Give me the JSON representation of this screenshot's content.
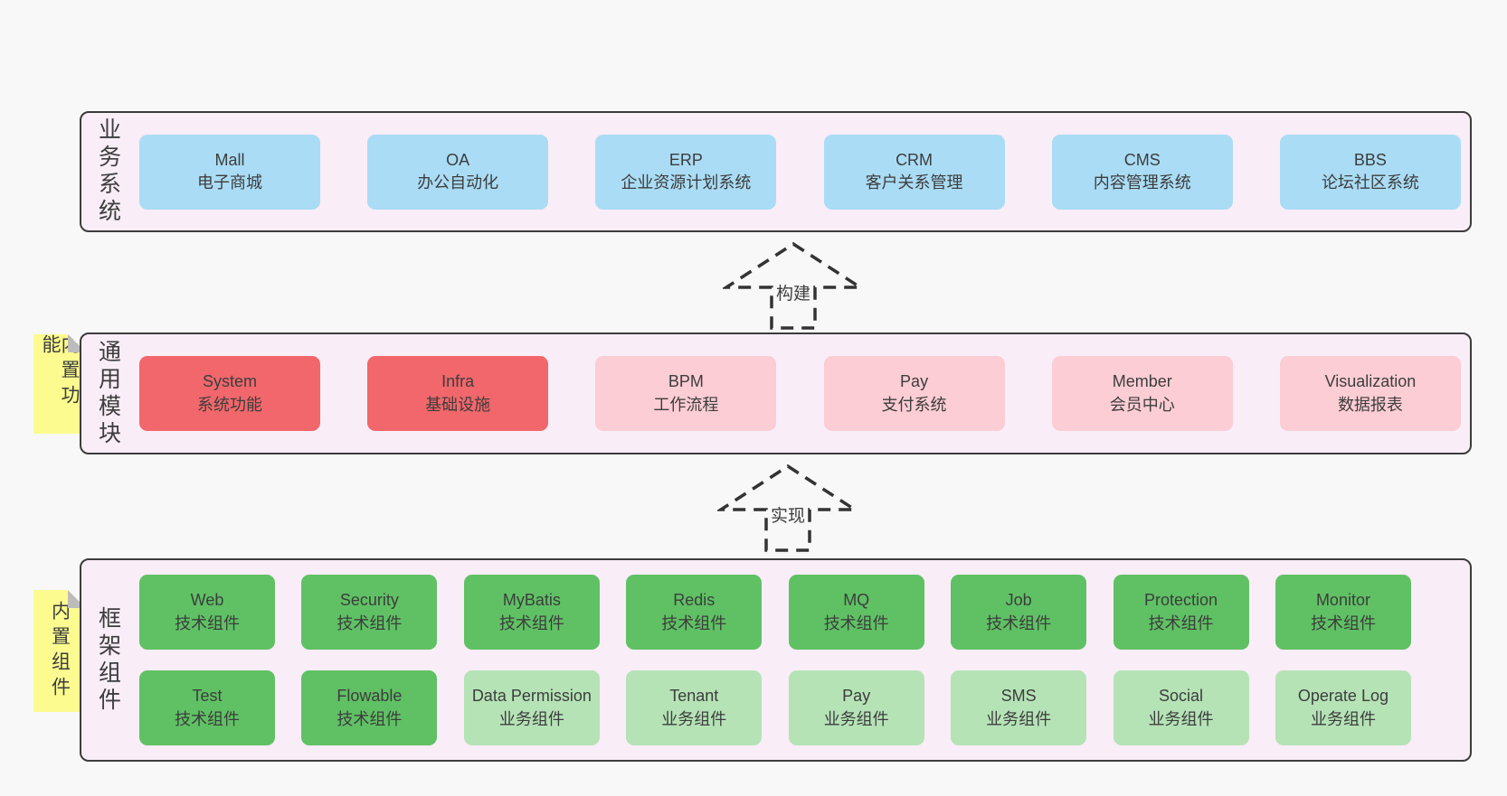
{
  "colors": {
    "page_bg": "#f8f8f8",
    "band_bg": "#f9edf7",
    "band_border": "#3c3c3c",
    "box_blue": "#aadcf5",
    "box_red": "#f1676b",
    "box_pink": "#fccdd4",
    "box_green": "#5fc164",
    "box_green_light": "#b5e3b6",
    "note_yellow": "#fbfb90",
    "note_fold_gray": "#bcbcbc",
    "text": "#3d3d3d"
  },
  "bands": [
    {
      "label": "业务系统",
      "rows": [
        [
          {
            "name": "Mall",
            "desc": "电子商城"
          },
          {
            "name": "OA",
            "desc": "办公自动化"
          },
          {
            "name": "ERP",
            "desc": "企业资源计划系统"
          },
          {
            "name": "CRM",
            "desc": "客户关系管理"
          },
          {
            "name": "CMS",
            "desc": "内容管理系统"
          },
          {
            "name": "BBS",
            "desc": "论坛社区系统"
          }
        ]
      ]
    },
    {
      "label": "通用模块",
      "note": "内置功能",
      "rows": [
        [
          {
            "name": "System",
            "desc": "系统功能"
          },
          {
            "name": "Infra",
            "desc": "基础设施"
          },
          {
            "name": "BPM",
            "desc": "工作流程"
          },
          {
            "name": "Pay",
            "desc": "支付系统"
          },
          {
            "name": "Member",
            "desc": "会员中心"
          },
          {
            "name": "Visualization",
            "desc": "数据报表"
          }
        ]
      ]
    },
    {
      "label": "框架组件",
      "note": "内置组件",
      "rows": [
        [
          {
            "name": "Web",
            "desc": "技术组件"
          },
          {
            "name": "Security",
            "desc": "技术组件"
          },
          {
            "name": "MyBatis",
            "desc": "技术组件"
          },
          {
            "name": "Redis",
            "desc": "技术组件"
          },
          {
            "name": "MQ",
            "desc": "技术组件"
          },
          {
            "name": "Job",
            "desc": "技术组件"
          },
          {
            "name": "Protection",
            "desc": "技术组件"
          },
          {
            "name": "Monitor",
            "desc": "技术组件"
          }
        ],
        [
          {
            "name": "Test",
            "desc": "技术组件"
          },
          {
            "name": "Flowable",
            "desc": "技术组件"
          },
          {
            "name": "Data Permission",
            "desc": "业务组件"
          },
          {
            "name": "Tenant",
            "desc": "业务组件"
          },
          {
            "name": "Pay",
            "desc": "业务组件"
          },
          {
            "name": "SMS",
            "desc": "业务组件"
          },
          {
            "name": "Social",
            "desc": "业务组件"
          },
          {
            "name": "Operate Log",
            "desc": "业务组件"
          }
        ]
      ]
    }
  ],
  "arrows": [
    {
      "label": "构建"
    },
    {
      "label": "实现"
    }
  ]
}
